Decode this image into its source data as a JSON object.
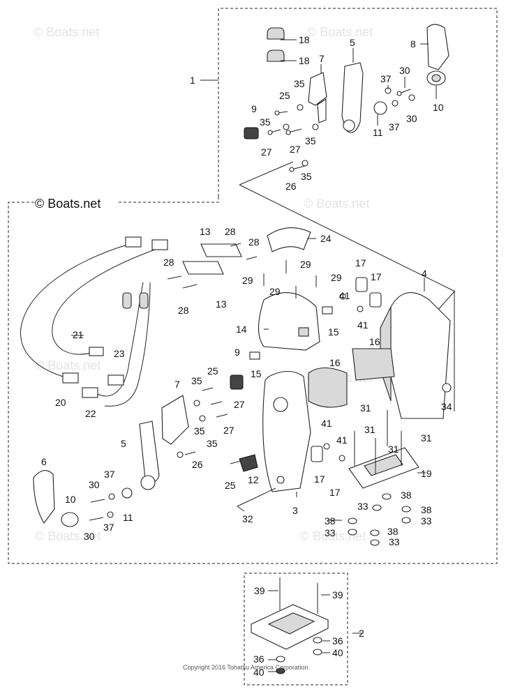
{
  "watermark": "© Boats.net",
  "copyright": "Copyright 2016 Tohatsu America Corporation",
  "callouts": {
    "c1": "1",
    "c2": "2",
    "c3": "3",
    "c4": "4",
    "c5a": "5",
    "c5b": "5",
    "c6": "6",
    "c7a": "7",
    "c7b": "7",
    "c8": "8",
    "c9a": "9",
    "c9b": "9",
    "c10a": "10",
    "c10b": "10",
    "c11a": "11",
    "c11b": "11",
    "c12": "12",
    "c13a": "13",
    "c13b": "13",
    "c14": "14",
    "c15a": "15",
    "c15b": "15",
    "c16a": "16",
    "c16b": "16",
    "c17a": "17",
    "c17b": "17",
    "c17c": "17",
    "c17d": "17",
    "c18a": "18",
    "c18b": "18",
    "c19": "19",
    "c20": "20",
    "c21": "21",
    "c22": "22",
    "c23": "23",
    "c24": "24",
    "c25a": "25",
    "c25b": "25",
    "c25c": "25",
    "c26a": "26",
    "c26b": "26",
    "c27a": "27",
    "c27b": "27",
    "c27c": "27",
    "c27d": "27",
    "c28a": "28",
    "c28b": "28",
    "c28c": "28",
    "c28d": "28",
    "c29a": "29",
    "c29b": "29",
    "c29c": "29",
    "c29d": "29",
    "c30a": "30",
    "c30b": "30",
    "c30c": "30",
    "c30d": "30",
    "c31a": "31",
    "c31b": "31",
    "c31c": "31",
    "c31d": "31",
    "c32": "32",
    "c33a": "33",
    "c33b": "33",
    "c33c": "33",
    "c33d": "33",
    "c34": "34",
    "c35a": "35",
    "c35b": "35",
    "c35c": "35",
    "c35d": "35",
    "c35e": "35",
    "c35f": "35",
    "c35g": "35",
    "c36a": "36",
    "c36b": "36",
    "c37a": "37",
    "c37b": "37",
    "c37c": "37",
    "c37d": "37",
    "c38a": "38",
    "c38b": "38",
    "c38c": "38",
    "c38d": "38",
    "c39a": "39",
    "c39b": "39",
    "c40a": "40",
    "c40b": "40",
    "c41a": "41",
    "c41b": "41",
    "c41c": "41",
    "c41d": "41"
  }
}
